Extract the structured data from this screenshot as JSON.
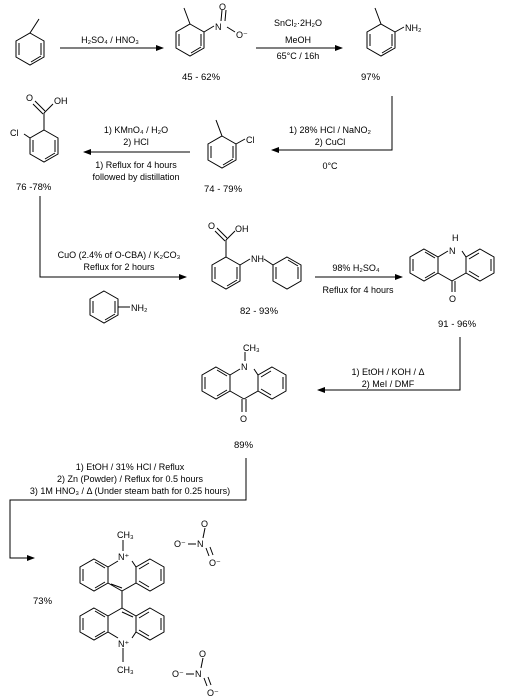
{
  "steps": {
    "s1": {
      "line1": "H₂SO₄ / HNO₃"
    },
    "s2": {
      "line1": "SnCl₂·2H₂O",
      "line2": "MeOH",
      "line3": "65°C / 16h"
    },
    "s3": {
      "line1": "1) 28% HCl / NaNO₂",
      "line2": "2) CuCl",
      "line3": "0°C"
    },
    "s4": {
      "line1": "1) KMnO₄ / H₂O",
      "line2": "2) HCl",
      "line3": "1) Reflux for 4 hours",
      "line4": "followed by distillation"
    },
    "s5": {
      "line1": "CuO (2.4% of O-CBA) / K₂CO₃",
      "line2": "Reflux for 2 hours"
    },
    "s6": {
      "line1": "98% H₂SO₄",
      "line2": "Reflux for 4 hours"
    },
    "s7": {
      "line1": "1) EtOH / KOH / Δ",
      "line2": "2) MeI / DMF"
    },
    "s8": {
      "line1": "1) EtOH / 31% HCl / Reflux",
      "line2": "2) Zn (Powder) / Reflux for 0.5 hours",
      "line3": "3) 1M HNO₃ / Δ (Under steam bath for 0.25 hours)"
    }
  },
  "yields": {
    "nitrotoluene": "45 - 62%",
    "toluidine": "97%",
    "chlorotoluene": "74 - 79%",
    "chlorobenzoic": "76 -78%",
    "diphenylamine_acid": "82 - 93%",
    "acridone": "91 - 96%",
    "methylacridone": "89%",
    "lucigenin": "73%"
  },
  "atoms": {
    "N": "N",
    "O": "O",
    "OH": "OH",
    "NH2": "NH₂",
    "H": "H",
    "Cl": "Cl",
    "CH3": "CH₃",
    "Nplus": "N⁺",
    "Ominus": "O⁻",
    "Nitro_N": "N",
    "Nitro_O": "O",
    "Nitro_Ominus": "O⁻"
  }
}
